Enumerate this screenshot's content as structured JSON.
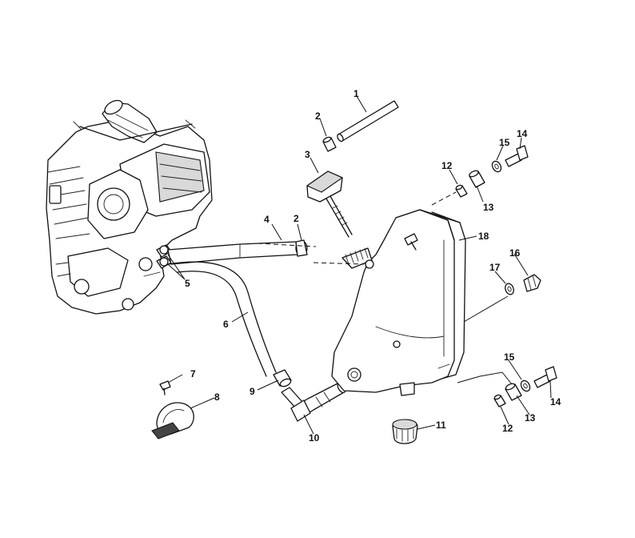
{
  "callouts": {
    "c1": "1",
    "c2a": "2",
    "c2b": "2",
    "c3": "3",
    "c4": "4",
    "c5": "5",
    "c6": "6",
    "c7": "7",
    "c8": "8",
    "c9": "9",
    "c10": "10",
    "c11": "11",
    "c12a": "12",
    "c12b": "12",
    "c13a": "13",
    "c13b": "13",
    "c14a": "14",
    "c14b": "14",
    "c15a": "15",
    "c15b": "15",
    "c16": "16",
    "c17": "17",
    "c18": "18"
  }
}
